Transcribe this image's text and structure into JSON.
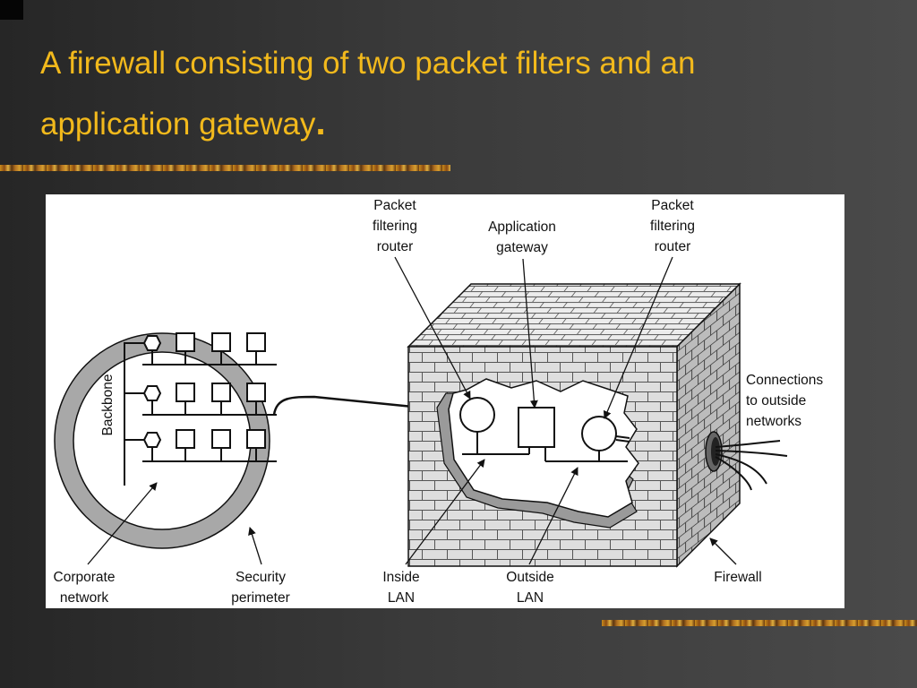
{
  "slide": {
    "title_line1": "A firewall consisting of two packet filters and an",
    "title_line2": "application gateway",
    "title_end": ".",
    "accent_color": "#f2b91c"
  },
  "diagram": {
    "labels": {
      "pf_left": [
        "Packet",
        "filtering",
        "router"
      ],
      "app_gateway": [
        "Application",
        "gateway"
      ],
      "pf_right": [
        "Packet",
        "filtering",
        "router"
      ],
      "connections": [
        "Connections",
        "to outside",
        "networks"
      ],
      "backbone": "Backbone",
      "corporate": [
        "Corporate",
        "network"
      ],
      "security": [
        "Security",
        "perimeter"
      ],
      "inside_lan": [
        "Inside",
        "LAN"
      ],
      "outside_lan": [
        "Outside",
        "LAN"
      ],
      "firewall": "Firewall"
    },
    "icons": [
      "router-hexagon-icon",
      "host-computer-icon",
      "brick-wall-icon",
      "cable-hole-icon"
    ],
    "colors": {
      "ring": "#a8a8a8",
      "wall_front": "#d9d9d9",
      "wall_top": "#e8e8e8",
      "wall_side": "#bdbdbd",
      "line": "#111111"
    }
  }
}
